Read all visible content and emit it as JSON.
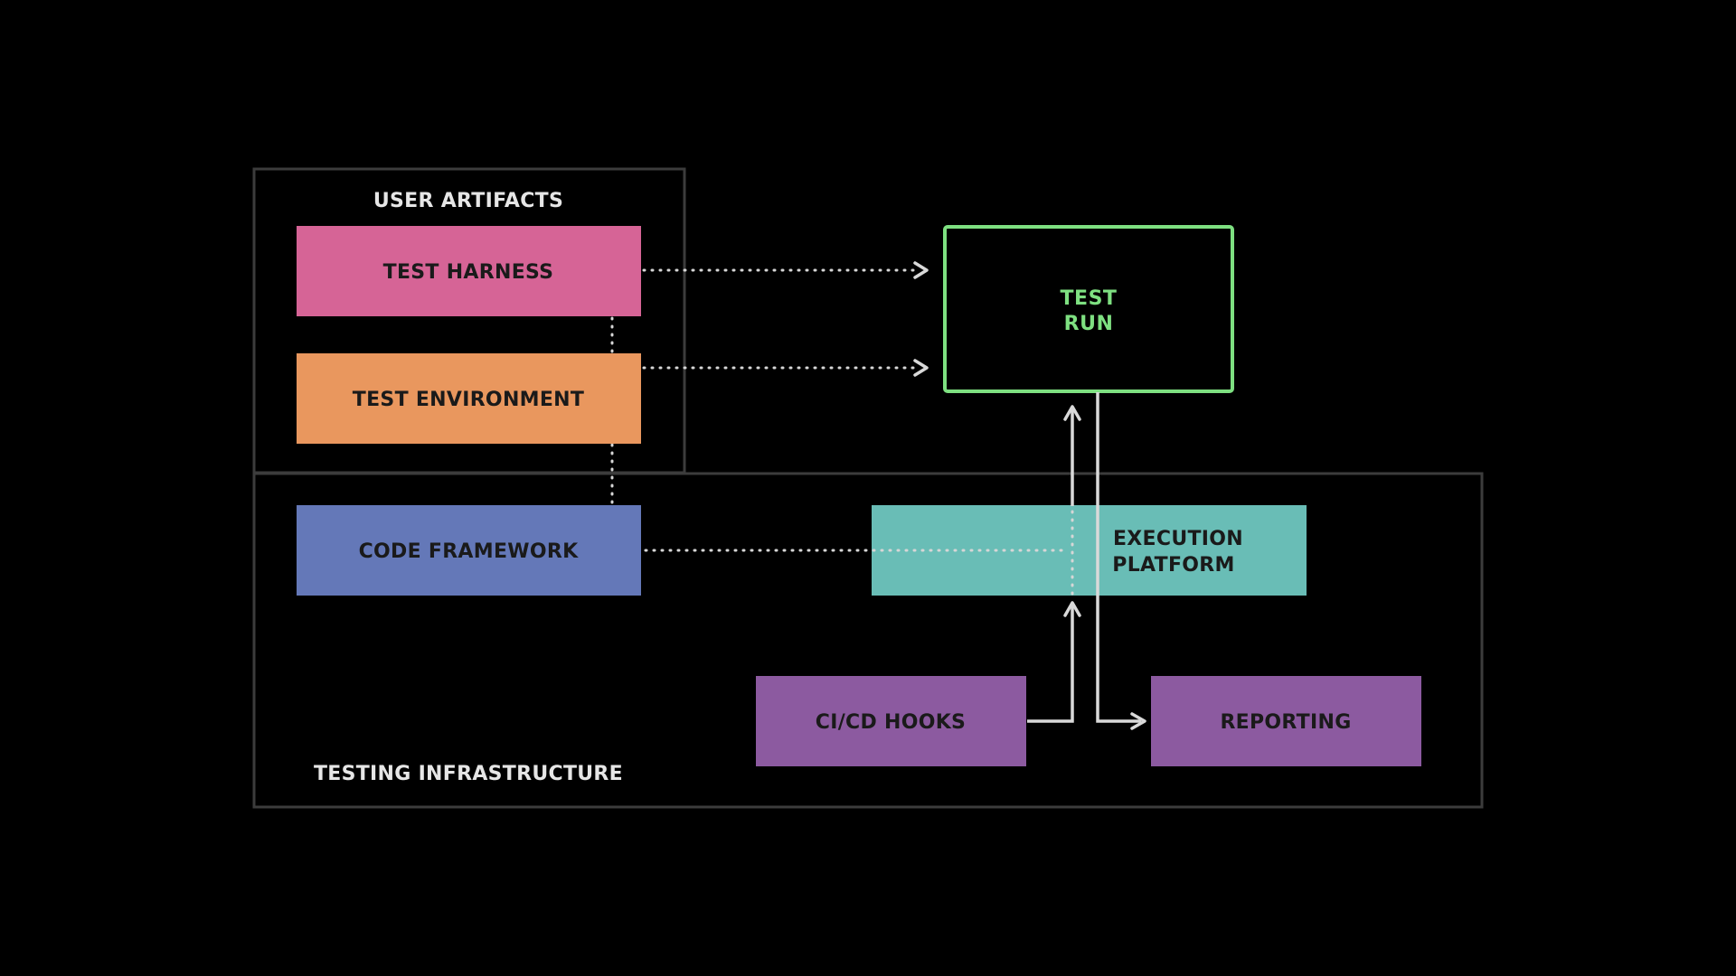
{
  "colors": {
    "background": "#000000",
    "frame": "#3c3c3c",
    "test_harness": "#d66496",
    "test_environment": "#e9975e",
    "code_framework": "#6478b8",
    "execution_platform": "#69bdb6",
    "ci_hooks": "#8c5aa0",
    "reporting": "#8c5aa0",
    "test_run_border": "#7ee081",
    "connector": "#d9d9d9"
  },
  "groups": {
    "user_artifacts": "USER ARTIFACTS",
    "testing_infrastructure": "TESTING INFRASTRUCTURE"
  },
  "nodes": {
    "test_harness": "TEST HARNESS",
    "test_environment": "TEST ENVIRONMENT",
    "code_framework": "CODE FRAMEWORK",
    "execution_platform": [
      "EXECUTION",
      "PLATFORM"
    ],
    "test_run": [
      "TEST",
      "RUN"
    ],
    "ci_cd_hooks": "CI/CD HOOKS",
    "reporting": "REPORTING"
  }
}
